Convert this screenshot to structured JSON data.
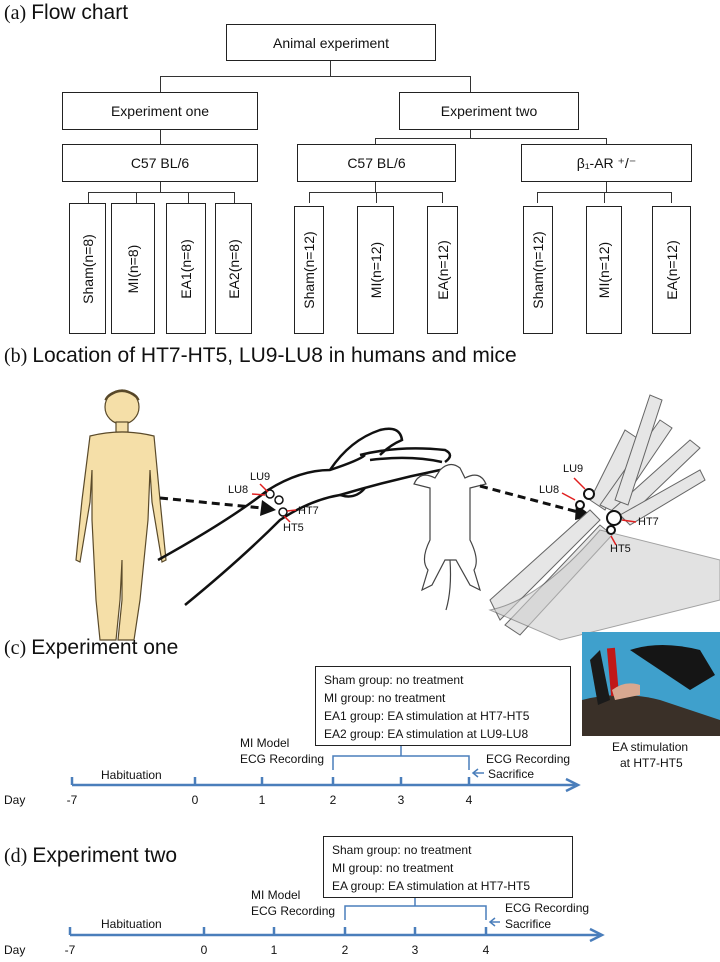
{
  "panel_a": {
    "title_prefix": "(a)",
    "title": "Flow chart",
    "root": "Animal experiment",
    "exp1": "Experiment one",
    "exp2": "Experiment two",
    "strain1": "C57 BL/6",
    "strain2": "C57 BL/6",
    "strain3": "β₁-AR ⁺/⁻",
    "groups1": [
      "Sham(n=8)",
      "MI(n=8)",
      "EA1(n=8)",
      "EA2(n=8)"
    ],
    "groups2": [
      "Sham(n=12)",
      "MI(n=12)",
      "EA(n=12)"
    ],
    "groups3": [
      "Sham(n=12)",
      "MI(n=12)",
      "EA(n=12)"
    ]
  },
  "panel_b": {
    "title_prefix": "(b)",
    "title": "Location of HT7-HT5, LU9-LU8 in humans and mice",
    "human_labels": {
      "lu9": "LU9",
      "lu8": "LU8",
      "ht7": "HT7",
      "ht5": "HT5"
    },
    "mouse_labels": {
      "lu9": "LU9",
      "lu8": "LU8",
      "ht7": "HT7",
      "ht5": "HT5"
    }
  },
  "panel_c": {
    "title_prefix": "(c)",
    "title": "Experiment one",
    "day_label": "Day",
    "ticks": [
      "-7",
      "0",
      "1",
      "2",
      "3",
      "4"
    ],
    "habituation": "Habituation",
    "mi_model": "MI Model",
    "ecg_recording": "ECG Recording",
    "ecg_recording_end": "ECG Recording",
    "sacrifice": "Sacrifice",
    "treatments": [
      "Sham group: no treatment",
      "MI group: no treatment",
      "EA1 group: EA stimulation at HT7-HT5",
      "EA2 group: EA stimulation at LU9-LU8"
    ],
    "photo_caption_1": "EA stimulation",
    "photo_caption_2": "at HT7-HT5"
  },
  "panel_d": {
    "title_prefix": "(d)",
    "title": "Experiment two",
    "day_label": "Day",
    "ticks": [
      "-7",
      "0",
      "1",
      "2",
      "3",
      "4"
    ],
    "habituation": "Habituation",
    "mi_model": "MI Model",
    "ecg_recording": "ECG Recording",
    "ecg_recording_end": "ECG Recording",
    "sacrifice": "Sacrifice",
    "treatments": [
      "Sham group: no treatment",
      "MI group: no treatment",
      "EA group: EA stimulation at HT7-HT5"
    ]
  },
  "colors": {
    "timeline": "#4a7ebb",
    "marker_red": "#e02020",
    "skin": "#f5dfa8"
  }
}
